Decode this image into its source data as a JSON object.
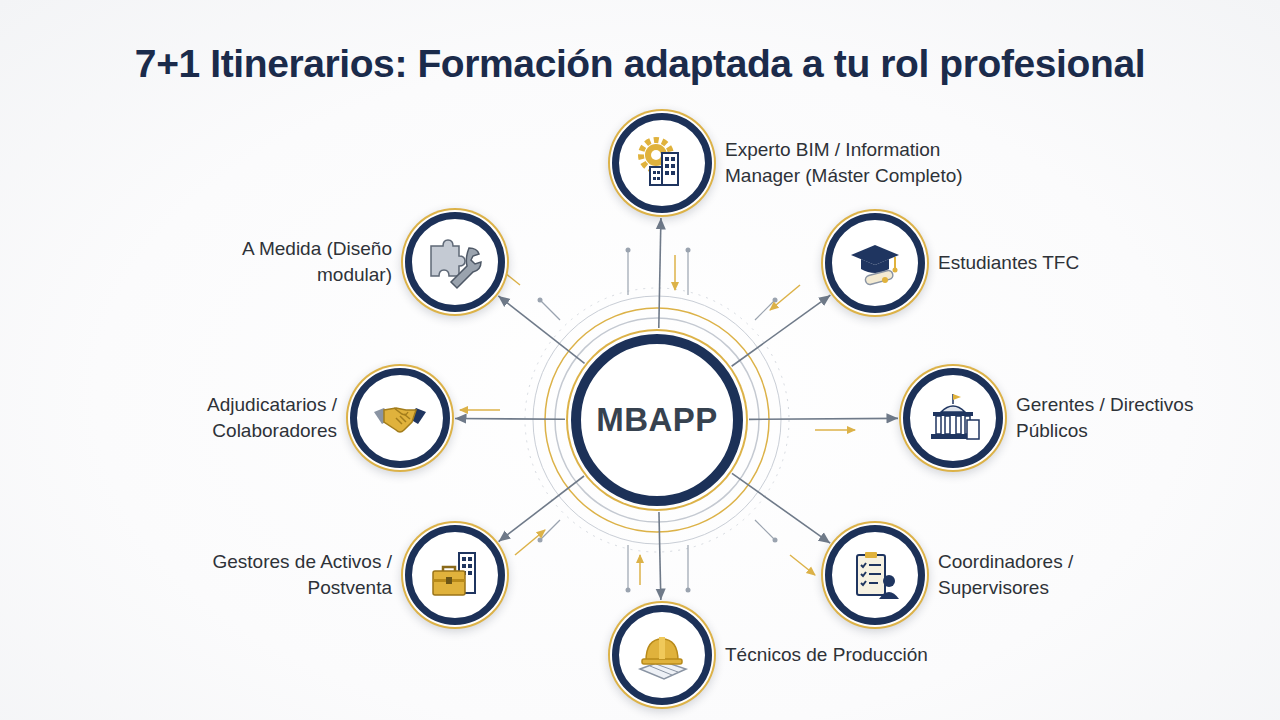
{
  "diagram": {
    "title": "7+1 Itinerarios: Formación adaptada a tu rol profesional",
    "nodes": [
      {
        "text": [
          "Experto BIM / Information Manager (Máster Completo)"
        ]
      },
      {
        "text": [
          "A Medida (Diseño modular)"
        ]
      },
      {
        "text": [
          "Estudiantes TFC"
        ]
      },
      {
        "text": [
          "Adjudicatarios / Colaboradores"
        ]
      },
      {
        "text": [
          "MBAPP"
        ]
      },
      {
        "text": [
          "Gerentes / Directivos Públicos"
        ]
      },
      {
        "text": [
          "Gestores de Activos / Postventa"
        ]
      },
      {
        "text": [
          "Coordinadores / Supervisores"
        ]
      },
      {
        "text": [
          "Técnicos de Producción"
        ]
      }
    ],
    "edges": [
      {
        "from": 4,
        "to": 0,
        "arrow": "to"
      },
      {
        "from": 4,
        "to": 1,
        "arrow": "to"
      },
      {
        "from": 4,
        "to": 2,
        "arrow": "to"
      },
      {
        "from": 4,
        "to": 3,
        "arrow": "to"
      },
      {
        "from": 4,
        "to": 5,
        "arrow": "to"
      },
      {
        "from": 4,
        "to": 6,
        "arrow": "to"
      },
      {
        "from": 4,
        "to": 7,
        "arrow": "to"
      },
      {
        "from": 4,
        "to": 8,
        "arrow": "to"
      }
    ]
  }
}
